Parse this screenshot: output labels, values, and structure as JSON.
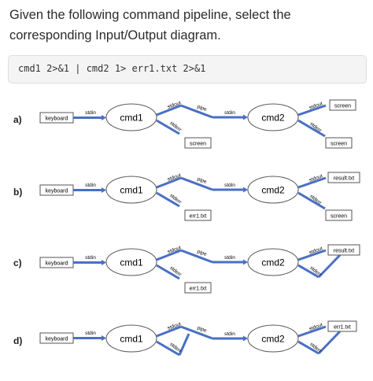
{
  "question": {
    "prompt": "Given the following command pipeline, select the corresponding Input/Output diagram.",
    "code": "cmd1 2>&1 | cmd2 1> err1.txt 2>&1"
  },
  "colors": {
    "arrow": "#4a6fc4",
    "box_border": "#555555",
    "text": "#222222",
    "code_bg": "#f4f4f4"
  },
  "options": [
    {
      "label": "a)",
      "keyboard": "keyboard",
      "cmd1": "cmd1",
      "cmd2": "cmd2",
      "stdin1": "stdin",
      "stdout1": "stdout",
      "stderr1": "stderr",
      "pipe": "pipe",
      "stdin2": "stdin",
      "stdout2": "stdout",
      "stderr2": "stderr",
      "dest_out1": "screen",
      "dest_err1": "screen",
      "dest_err2": "screen"
    },
    {
      "label": "b)",
      "keyboard": "keyboard",
      "cmd1": "cmd1",
      "cmd2": "cmd2",
      "stdin1": "stdin",
      "stdout1": "stdout",
      "stderr1": "stderr",
      "pipe": "pipe",
      "stdin2": "stdin",
      "stdout2": "stdout",
      "stderr2": "stderr",
      "dest_out1": "err1.txt",
      "dest_err1": "result.txt",
      "dest_err2": "screen"
    },
    {
      "label": "c)",
      "keyboard": "keyboard",
      "cmd1": "cmd1",
      "cmd2": "cmd2",
      "stdin1": "stdin",
      "stdout1": "stdout",
      "stderr1": "stderr",
      "pipe": "pipe",
      "stdin2": "stdin",
      "stdout2": "stdout",
      "stderr2": "stderr",
      "dest_out1": "err1.txt",
      "dest_err1": "result.txt"
    },
    {
      "label": "d)",
      "keyboard": "keyboard",
      "cmd1": "cmd1",
      "cmd2": "cmd2",
      "stdin1": "stdin",
      "stdout1": "stdout",
      "stderr1": "stderr",
      "pipe": "pipe",
      "stdin2": "stdin",
      "stdout2": "stdout",
      "stderr2": "stderr",
      "dest_err1": "err1.txt"
    }
  ]
}
